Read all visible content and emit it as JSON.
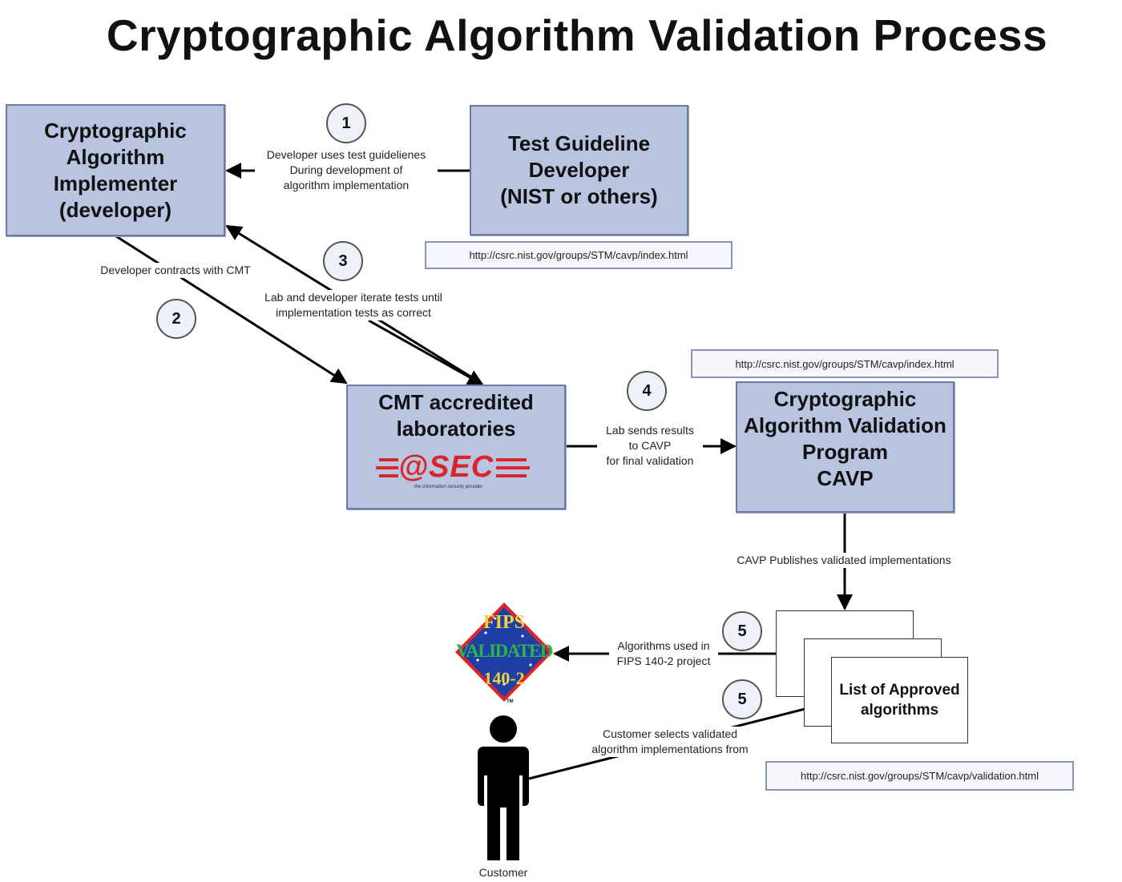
{
  "title": "Cryptographic Algorithm Validation Process",
  "boxes": {
    "implementer": [
      "Cryptographic",
      "Algorithm",
      "Implementer",
      "(developer)"
    ],
    "test_guideline": [
      "Test Guideline",
      "Developer",
      "(NIST or others)"
    ],
    "cmt_labs": [
      "CMT accredited",
      "laboratories"
    ],
    "cavp": [
      "Cryptographic",
      "Algorithm Validation",
      "Program",
      "CAVP"
    ]
  },
  "urls": {
    "test_guideline_url": "http://csrc.nist.gov/groups/STM/cavp/index.html",
    "cavp_url": "http://csrc.nist.gov/groups/STM/cavp/index.html",
    "validation_url": "http://csrc.nist.gov/groups/STM/cavp/validation.html"
  },
  "steps": {
    "s1": "1",
    "s2": "2",
    "s3": "3",
    "s4": "4",
    "s5a": "5",
    "s5b": "5"
  },
  "notes": {
    "step1": [
      "Developer uses test guidelienes",
      "During development of",
      "algorithm implementation"
    ],
    "step2": "Developer contracts with CMT",
    "step3": [
      "Lab and developer iterate tests until",
      "implementation tests as correct"
    ],
    "step4": [
      "Lab sends results",
      "to CAVP",
      "for final validation"
    ],
    "publish": "CAVP Publishes validated implementations",
    "step5a": [
      "Algorithms used in",
      "FIPS 140-2 project"
    ],
    "step5b": [
      "Customer selects validated",
      "algorithm implementations from"
    ]
  },
  "list": [
    "List of Approved",
    "algorithms"
  ],
  "logo_asec": {
    "text": "@SEC",
    "tagline": "the information security provider",
    "color": "#d8262b"
  },
  "fips_badge": {
    "line1": "FIPS",
    "line2": "VALIDATED",
    "line3": "140-2",
    "tm": "TM"
  },
  "customer_label": "Customer",
  "colors": {
    "box_fill": "#b8c4e0",
    "box_border": "#6d7aa3",
    "arrow": "#000000"
  }
}
